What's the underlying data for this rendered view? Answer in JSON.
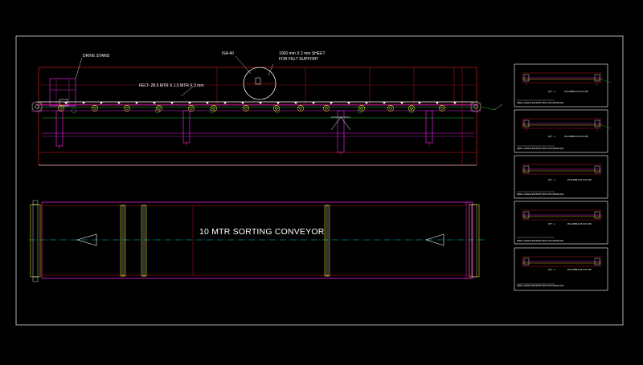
{
  "colors": {
    "background": "#000000",
    "frame": "#d9d9d9",
    "red": "#e8202a",
    "magenta": "#e020e0",
    "green": "#20c020",
    "yellow": "#e8e000",
    "cyan": "#00c8d8",
    "white": "#ffffff"
  },
  "labels": {
    "drive_stand": "DRIVE STAND",
    "isa": "ISA 40",
    "sheet_line1": "1000 mm X 2 mm SHEET",
    "sheet_line2": "FOR FELT SUPPORT",
    "felt": "FELT- 28.5 MTR X 1.5 MTR X 3 mm",
    "main_title": "10 MTR SORTING CONVEYOR"
  },
  "detail_views": [
    {
      "caption": "SMALL ANGLE SUPPORT WITH PILLOW BLOCK",
      "note": "PILLOWBLOCK UCF 205",
      "qty": "QTY - 1"
    },
    {
      "caption": "SMALL ANGLE SUPPORT WITH PILLOW BLOCK",
      "note": "PILLOWBLOCK UCF 205",
      "qty": "QTY - 1"
    },
    {
      "caption": "SMALL ANGLE SUPPORT WITH PILLOW BLOCK",
      "note": "PILLOWBLOCK UCF 205",
      "qty": "QTY - 1"
    },
    {
      "caption": "SMALL ANGLE SUPPORT WITH PILLOW BLOCK",
      "note": "PILLOWBLOCK UCF 205",
      "qty": "QTY - 1"
    },
    {
      "caption": "SMALL ANGLE SUPPORT WITH PILLOW BLOCK",
      "note": "PILLOWBLOCK UCF 205",
      "qty": "QTY - 1"
    }
  ]
}
